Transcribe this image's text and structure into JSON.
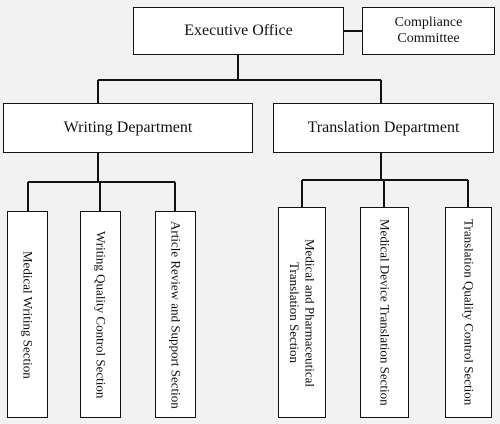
{
  "org_chart": {
    "executive": {
      "label": "Executive Office"
    },
    "compliance": {
      "line1": "Compliance",
      "line2": "Committee"
    },
    "departments": [
      {
        "label": "Writing Department",
        "sections": [
          {
            "label": "Medical Writing Section"
          },
          {
            "label": "Writing Quality Control Section"
          },
          {
            "label": "Article Review and Support Section"
          }
        ]
      },
      {
        "label": "Translation Department",
        "sections": [
          {
            "label": "Medical and Pharmaceutical Translation Section"
          },
          {
            "label": "Medical Device Translation Section"
          },
          {
            "label": "Translation Quality Control Section"
          }
        ]
      }
    ],
    "colors": {
      "box_border": "#111111",
      "box_fill": "#ffffff",
      "background": "#f2f2f2",
      "connector": "#111111"
    }
  }
}
